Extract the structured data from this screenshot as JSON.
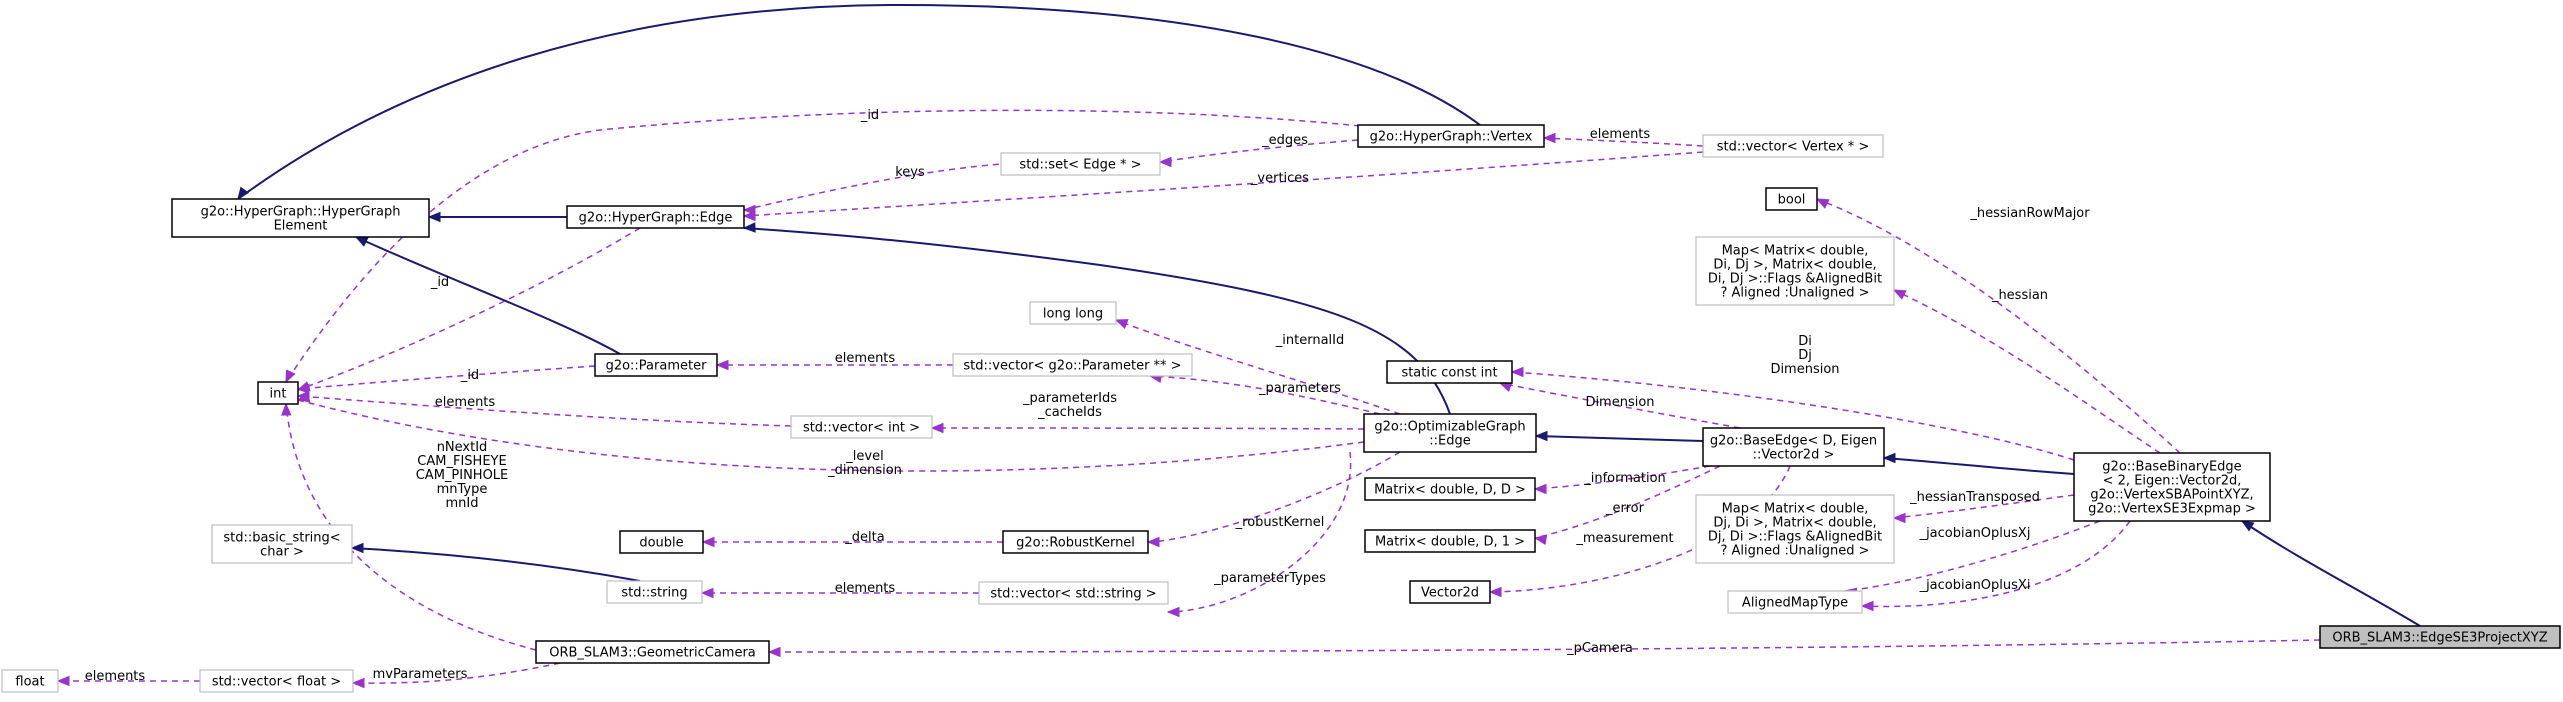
{
  "nodes": {
    "hypergraph_element": {
      "lines": [
        "g2o::HyperGraph::HyperGraph",
        "Element"
      ]
    },
    "hypergraph_vertex": {
      "lines": [
        "g2o::HyperGraph::Vertex"
      ]
    },
    "hypergraph_edge": {
      "lines": [
        "g2o::HyperGraph::Edge"
      ]
    },
    "set_edge": {
      "lines": [
        "std::set< Edge * >"
      ]
    },
    "vector_vertex": {
      "lines": [
        "std::vector< Vertex * >"
      ]
    },
    "int": {
      "lines": [
        "int"
      ]
    },
    "parameter": {
      "lines": [
        "g2o::Parameter"
      ]
    },
    "long_long": {
      "lines": [
        "long long"
      ]
    },
    "vector_parameter": {
      "lines": [
        "std::vector< g2o::Parameter ** >"
      ]
    },
    "vector_int": {
      "lines": [
        "std::vector< int >"
      ]
    },
    "optimizable_edge": {
      "lines": [
        "g2o::OptimizableGraph",
        "::Edge"
      ]
    },
    "static_const_int": {
      "lines": [
        "static const int"
      ]
    },
    "bool": {
      "lines": [
        "bool"
      ]
    },
    "map_hessian": {
      "lines": [
        "Map< Matrix< double,",
        "Di, Dj >, Matrix< double,",
        "Di, Dj >::Flags &AlignedBit",
        "? Aligned :Unaligned >"
      ]
    },
    "base_edge": {
      "lines": [
        "g2o::BaseEdge< D, Eigen",
        "::Vector2d >"
      ]
    },
    "base_binary_edge": {
      "lines": [
        "g2o::BaseBinaryEdge",
        "< 2, Eigen::Vector2d,",
        "g2o::VertexSBAPointXYZ,",
        "g2o::VertexSE3Expmap >"
      ]
    },
    "matrix_dd": {
      "lines": [
        "Matrix< double, D, D >"
      ]
    },
    "matrix_d1": {
      "lines": [
        "Matrix< double, D, 1 >"
      ]
    },
    "vector2d": {
      "lines": [
        "Vector2d"
      ]
    },
    "map_hessian_t": {
      "lines": [
        "Map< Matrix< double,",
        "Dj, Di >, Matrix< double,",
        "Dj, Di >::Flags &AlignedBit",
        "? Aligned :Unaligned >"
      ]
    },
    "aligned_map_type": {
      "lines": [
        "AlignedMapType"
      ]
    },
    "basic_string": {
      "lines": [
        "std::basic_string<",
        "char >"
      ]
    },
    "double": {
      "lines": [
        "double"
      ]
    },
    "robust_kernel": {
      "lines": [
        "g2o::RobustKernel"
      ]
    },
    "std_string": {
      "lines": [
        "std::string"
      ]
    },
    "vector_string": {
      "lines": [
        "std::vector< std::string >"
      ]
    },
    "geometric_camera": {
      "lines": [
        "ORB_SLAM3::GeometricCamera"
      ]
    },
    "float": {
      "lines": [
        "float"
      ]
    },
    "vector_float": {
      "lines": [
        "std::vector< float >"
      ]
    },
    "edge_se3": {
      "lines": [
        "ORB_SLAM3::EdgeSE3ProjectXYZ"
      ]
    }
  },
  "edge_labels": {
    "id_vertex": [
      "_id"
    ],
    "edges": [
      "_edges"
    ],
    "elements_vertex": [
      "elements"
    ],
    "keys": [
      "keys"
    ],
    "vertices": [
      "_vertices"
    ],
    "id_edge": [
      "_id"
    ],
    "id_param": [
      "_id"
    ],
    "elements_param": [
      "elements"
    ],
    "elements_int": [
      "elements"
    ],
    "internal_id": [
      "_internalId"
    ],
    "parameters": [
      "_parameters"
    ],
    "parameter_ids": [
      "_parameterIds",
      "_cacheIds"
    ],
    "level": [
      "_level",
      "_dimension"
    ],
    "dimension": [
      "Dimension"
    ],
    "di_dj": [
      "Di",
      "Dj",
      "Dimension"
    ],
    "hessian_row_major": [
      "_hessianRowMajor"
    ],
    "hessian": [
      "_hessian"
    ],
    "information": [
      "_information"
    ],
    "error": [
      "_error"
    ],
    "measurement": [
      "_measurement"
    ],
    "hessian_transposed": [
      "_hessianTransposed"
    ],
    "jac_xj": [
      "_jacobianOplusXj"
    ],
    "jac_xi": [
      "_jacobianOplusXi"
    ],
    "robust_kernel": [
      "_robustKernel"
    ],
    "parameter_types": [
      "_parameterTypes"
    ],
    "delta": [
      "_delta"
    ],
    "elements_string": [
      "elements"
    ],
    "camera_ints": [
      "nNextId",
      "CAM_FISHEYE",
      "CAM_PINHOLE",
      "mnType",
      "mnId"
    ],
    "pcamera": [
      "_pCamera"
    ],
    "mv_parameters": [
      "mvParameters"
    ],
    "elements_float": [
      "elements"
    ]
  }
}
